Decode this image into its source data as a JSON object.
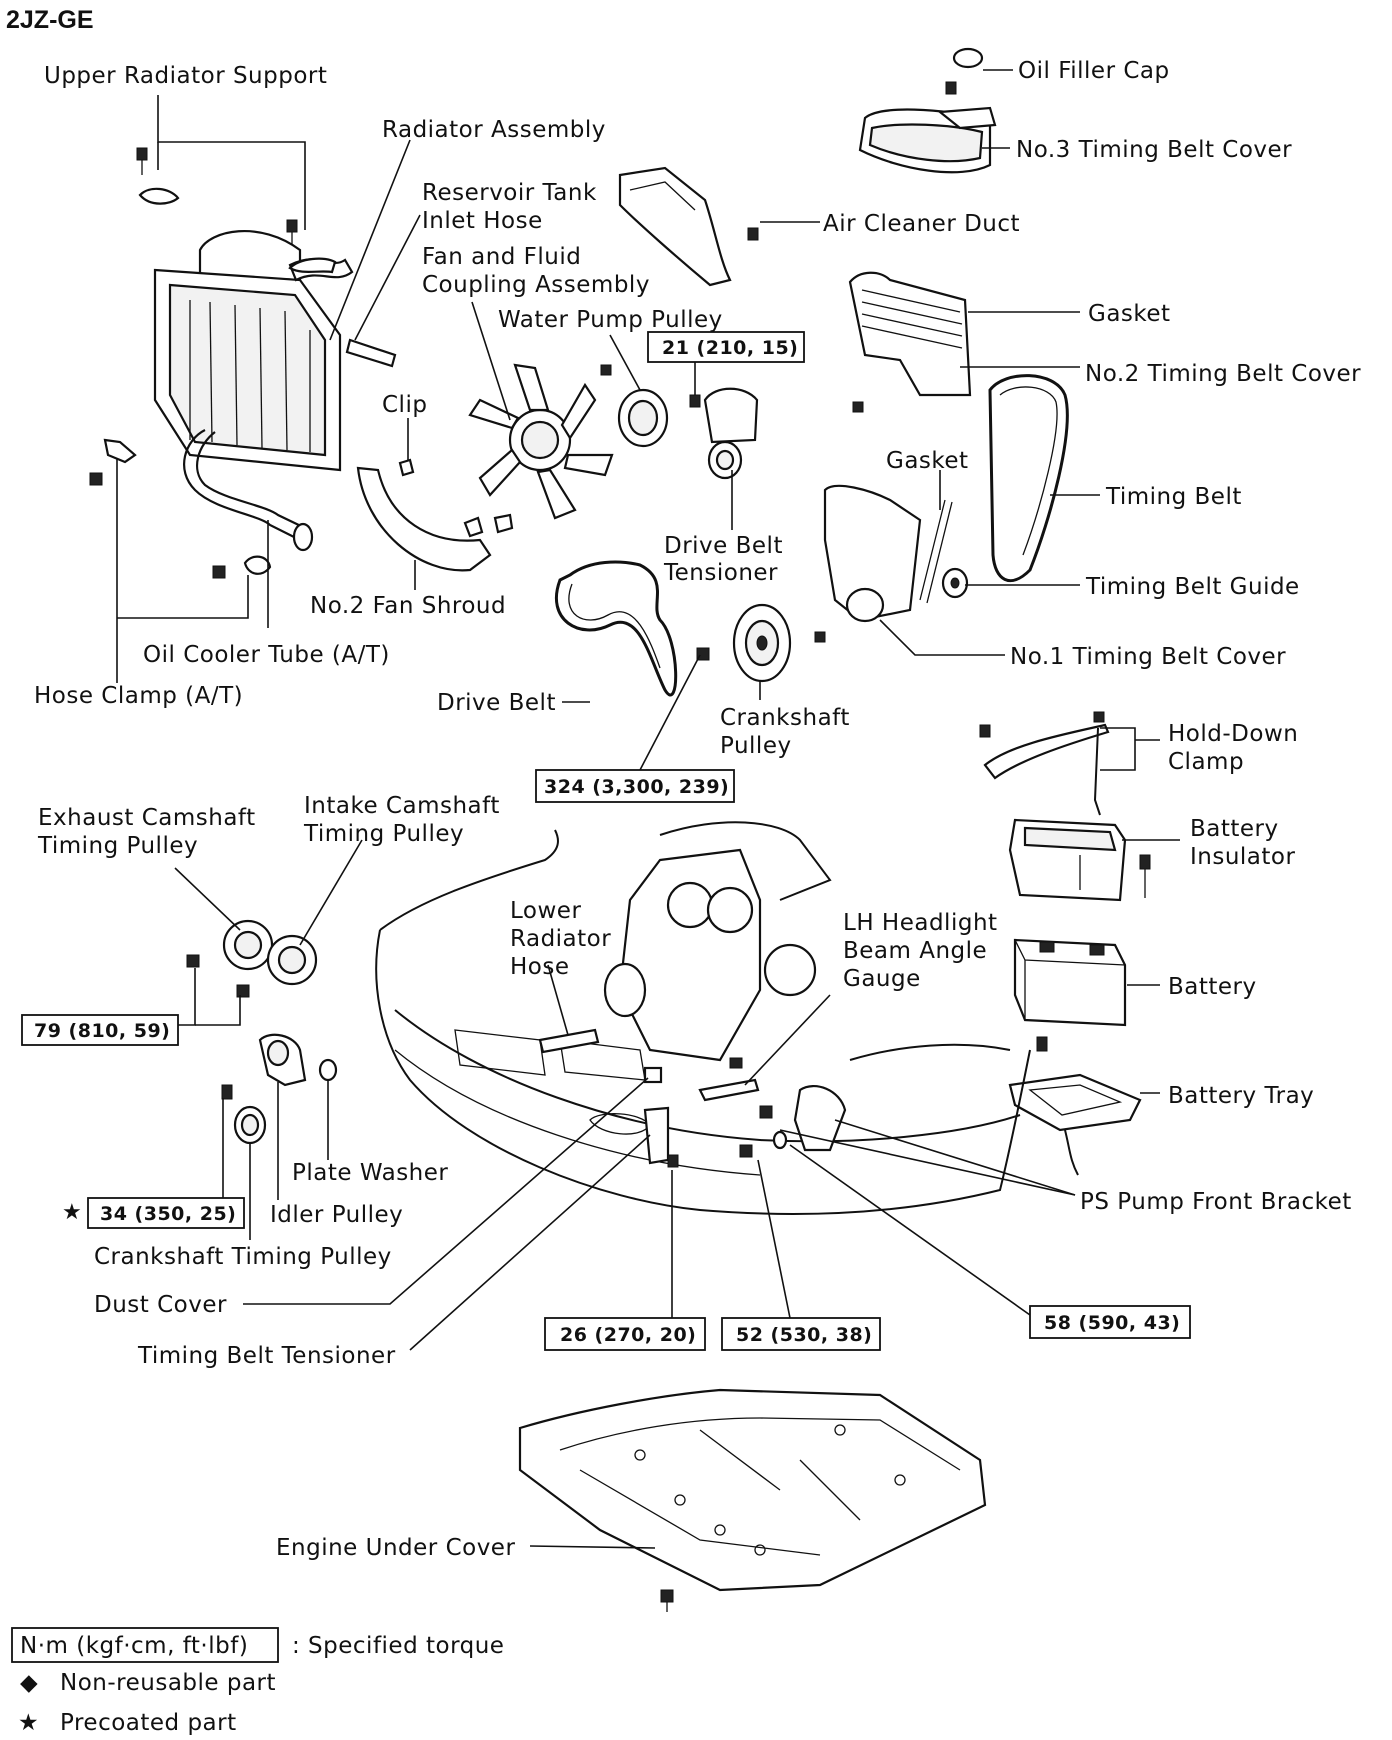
{
  "title": "2JZ-GE",
  "labels": {
    "upper_radiator_support": "Upper Radiator Support",
    "radiator_assembly": "Radiator Assembly",
    "reservoir_tank_1": "Reservoir Tank",
    "reservoir_tank_2": "Inlet Hose",
    "fan_fluid_1": "Fan and Fluid",
    "fan_fluid_2": "Coupling Assembly",
    "water_pump_pulley": "Water Pump Pulley",
    "clip": "Clip",
    "no2_fan_shroud": "No.2 Fan Shroud",
    "oil_cooler_tube": "Oil Cooler Tube (A/T)",
    "hose_clamp": "Hose Clamp (A/T)",
    "drive_belt": "Drive Belt",
    "drive_belt_tensioner_1": "Drive Belt",
    "drive_belt_tensioner_2": "Tensioner",
    "crankshaft_pulley_1": "Crankshaft",
    "crankshaft_pulley_2": "Pulley",
    "oil_filler_cap": "Oil Filler Cap",
    "no3_timing_belt_cover": "No.3 Timing Belt Cover",
    "air_cleaner_duct": "Air Cleaner Duct",
    "gasket_top": "Gasket",
    "no2_timing_belt_cover": "No.2 Timing Belt Cover",
    "gasket_mid": "Gasket",
    "timing_belt": "Timing Belt",
    "timing_belt_guide": "Timing Belt Guide",
    "no1_timing_belt_cover": "No.1 Timing  Belt Cover",
    "hold_down_clamp_1": "Hold-Down",
    "hold_down_clamp_2": "Clamp",
    "battery_insulator_1": "Battery",
    "battery_insulator_2": "Insulator",
    "battery": "Battery",
    "battery_tray": "Battery Tray",
    "ps_pump_front_bracket": "PS Pump Front Bracket",
    "exhaust_cam_1": "Exhaust Camshaft",
    "exhaust_cam_2": "Timing Pulley",
    "intake_cam_1": "Intake Camshaft",
    "intake_cam_2": "Timing Pulley",
    "lower_radiator_hose_1": "Lower",
    "lower_radiator_hose_2": "Radiator",
    "lower_radiator_hose_3": "Hose",
    "lh_headlight_1": "LH Headlight",
    "lh_headlight_2": "Beam Angle",
    "lh_headlight_3": "Gauge",
    "plate_washer": "Plate Washer",
    "idler_pulley": "Idler Pulley",
    "crankshaft_timing_pulley": "Crankshaft Timing Pulley",
    "dust_cover": "Dust Cover",
    "timing_belt_tensioner": "Timing Belt Tensioner",
    "engine_under_cover": "Engine Under Cover"
  },
  "torques": {
    "t21": "21 (210, 15)",
    "t324": "324 (3,300, 239)",
    "t79": "79 (810, 59)",
    "t34": "34 (350, 25)",
    "t26": "26 (270, 20)",
    "t52": "52 (530, 38)",
    "t58": "58 (590, 43)"
  },
  "legend": {
    "torque_box": "N·m (kgf·cm, ft·lbf)",
    "torque_desc": ":  Specified torque",
    "nonreusable_symbol": "◆",
    "nonreusable": "Non-reusable part",
    "precoated_symbol": "★",
    "precoated": "Precoated part"
  }
}
